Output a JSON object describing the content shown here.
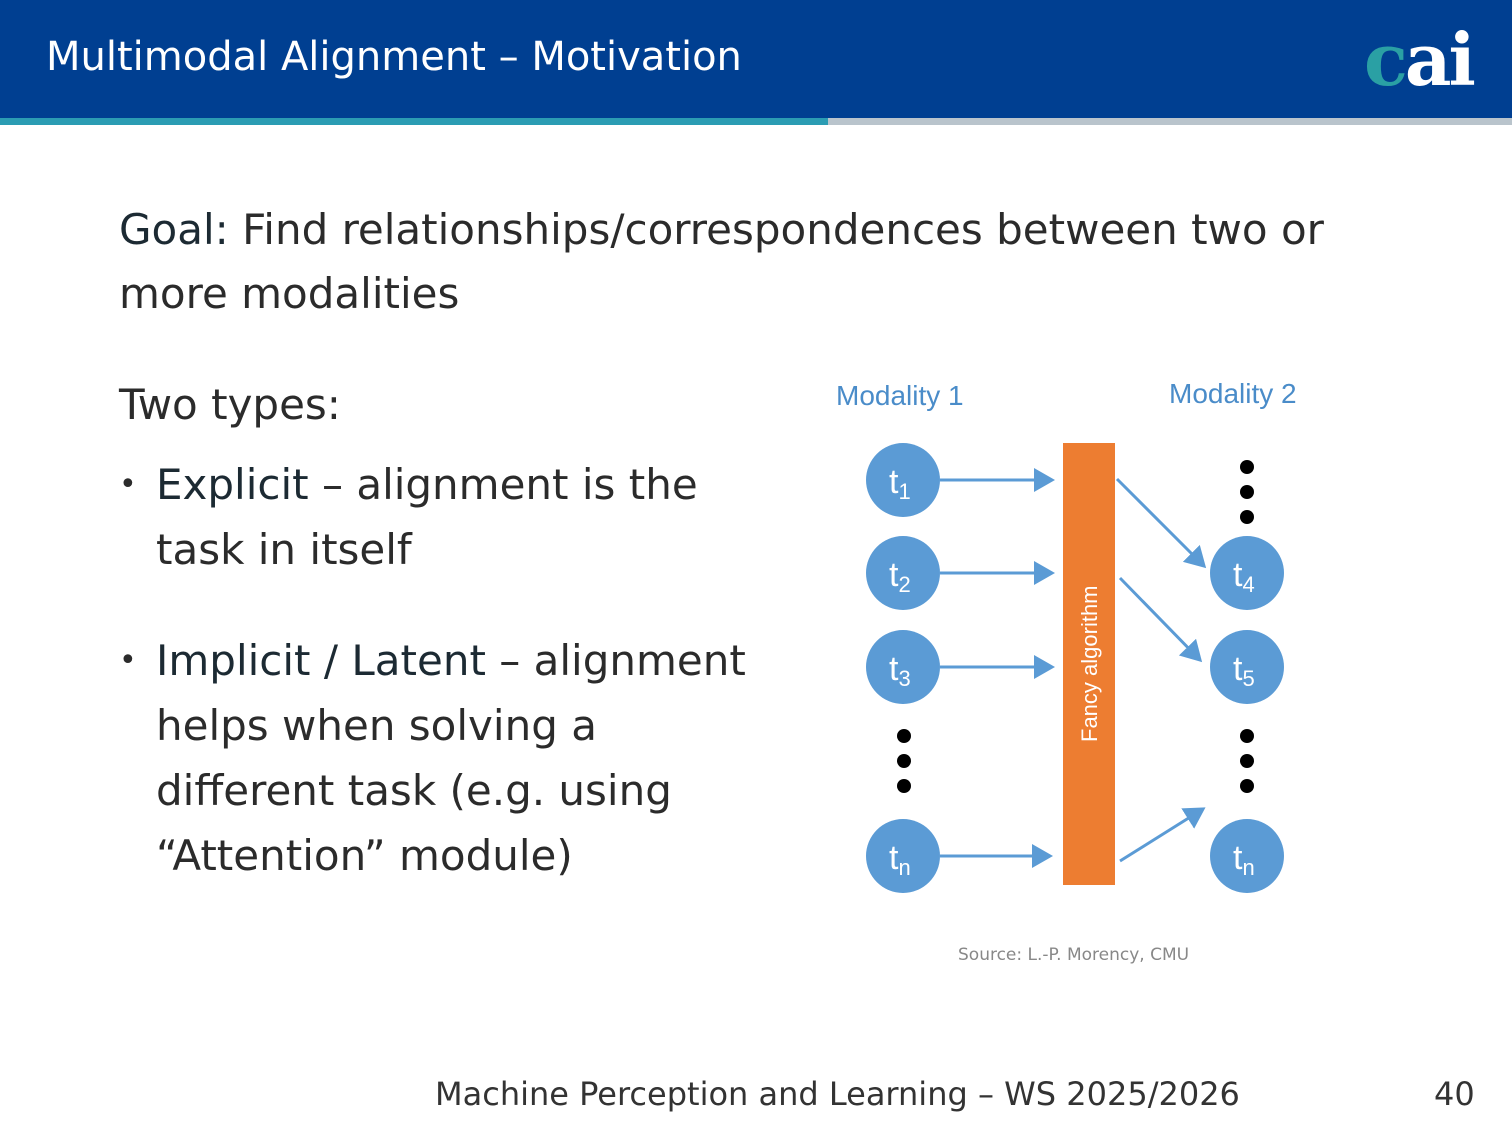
{
  "header": {
    "title": "Multimodal Alignment – Motivation",
    "logo": "cai"
  },
  "goal": {
    "label": "Goal:",
    "text": "Find relationships/correspondences between two or more modalities"
  },
  "types_heading": "Two types:",
  "bullets": [
    {
      "keyword": "Explicit",
      "text": " – alignment is the task in itself"
    },
    {
      "keyword": "Implicit / Latent",
      "text": " – alignment helps when solving a different task (e.g. using “Attention” module)"
    }
  ],
  "diagram": {
    "modality1": "Modality 1",
    "modality2": "Modality 2",
    "algorithm": "Fancy algorithm",
    "left_nodes": [
      {
        "t": "t",
        "sub": "1"
      },
      {
        "t": "t",
        "sub": "2"
      },
      {
        "t": "t",
        "sub": "3"
      },
      {
        "t": "t",
        "sub": "n"
      }
    ],
    "right_nodes": [
      {
        "t": "t",
        "sub": "4"
      },
      {
        "t": "t",
        "sub": "5"
      },
      {
        "t": "t",
        "sub": "n"
      }
    ],
    "colors": {
      "node": "#5b9bd5",
      "bar": "#ed7d31",
      "label": "#4a8cc9"
    }
  },
  "source": "Source: L.-P. Morency, CMU",
  "footer": {
    "course": "Machine Perception and Learning – WS 2025/2026",
    "page": "40"
  }
}
